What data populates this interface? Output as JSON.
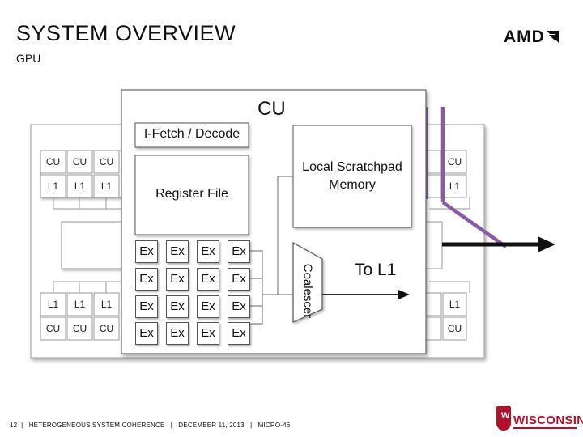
{
  "header": {
    "title": "SYSTEM OVERVIEW",
    "subtitle": "GPU",
    "logo_text": "AMD"
  },
  "gpu": {
    "cu_label": "CU",
    "l1_label": "L1"
  },
  "cu": {
    "title": "CU",
    "ifetch": "I-Fetch / Decode",
    "register_file": "Register File",
    "local_memory_line1": "Local Scratchpad",
    "local_memory_line2": "Memory",
    "ex_label": "Ex",
    "coalescer": "Coalescer",
    "to_l1": "To L1"
  },
  "footer": {
    "text": "12  |   HETEROGENEOUS SYSTEM COHERENCE   |   DECEMBER 11, 2013   |   MICRO-46"
  },
  "university": {
    "name": "WISCONSIN",
    "crest_letter": "W"
  },
  "colors": {
    "purple": "#8a5aa6",
    "arrow": "#111111",
    "box_stroke": "#555555"
  }
}
